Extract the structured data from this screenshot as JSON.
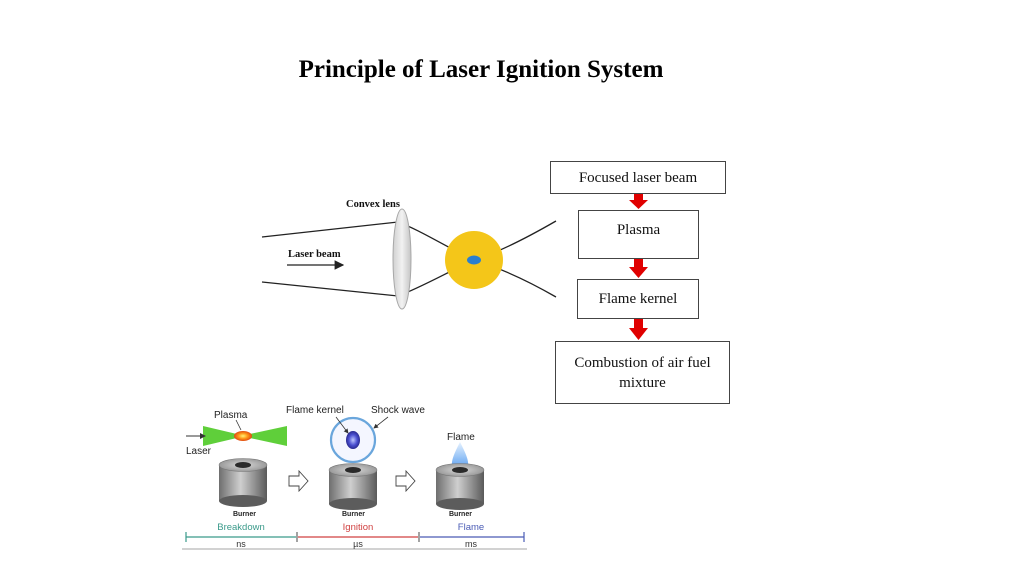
{
  "title": "Principle of Laser Ignition System",
  "lens_diagram": {
    "lens_label": "Convex lens",
    "beam_label": "Laser beam"
  },
  "flowchart": {
    "steps": [
      "Focused laser beam",
      "Plasma",
      "Flame kernel",
      "Combustion of air fuel mixture"
    ],
    "step4_line1": "Combustion of air fuel",
    "step4_line2": "mixture",
    "arrow_color": "#e00000"
  },
  "stages": {
    "plasma_label": "Plasma",
    "laser_label": "Laser",
    "flame_kernel_label": "Flame kernel",
    "shock_wave_label": "Shock wave",
    "flame_label": "Flame",
    "burner_label": "Burner",
    "timeline": [
      {
        "name": "Breakdown",
        "unit": "ns",
        "color": "#3a9a8a"
      },
      {
        "name": "Ignition",
        "unit": "µs",
        "color": "#d04040"
      },
      {
        "name": "Flame",
        "unit": "ms",
        "color": "#4a5bb5"
      }
    ]
  },
  "colors": {
    "focus_glow": "#f4c619",
    "focus_core": "#2a7fd0",
    "beam_green": "#5fcf3a"
  }
}
